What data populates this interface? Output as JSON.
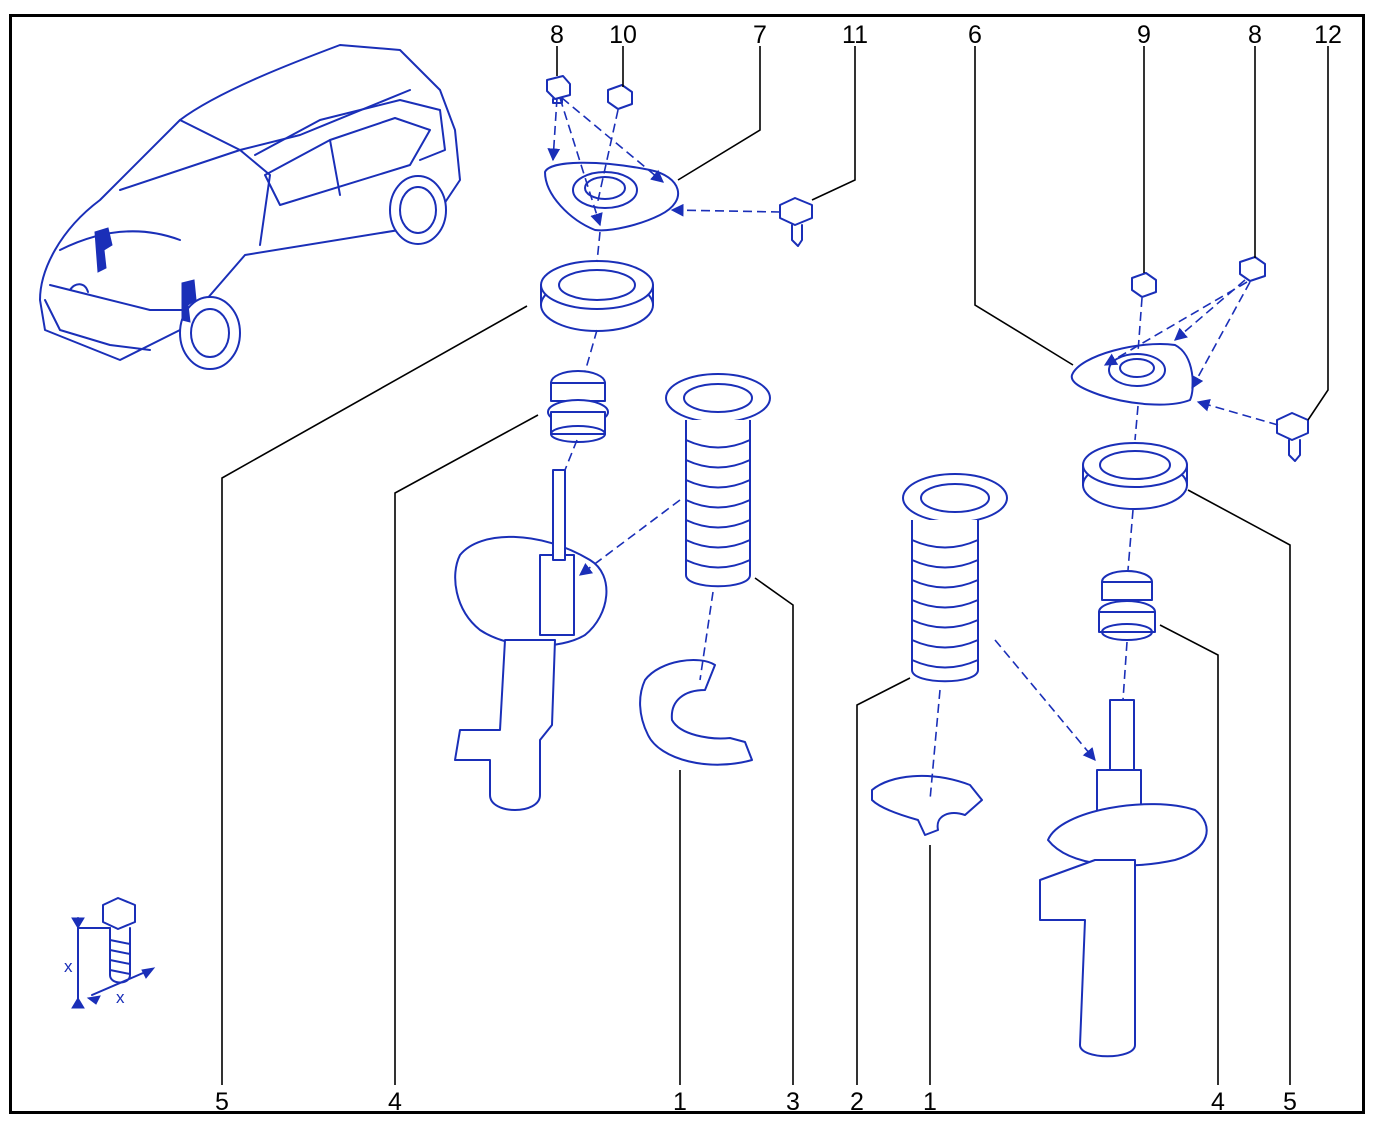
{
  "callouts": {
    "top": [
      "8",
      "10",
      "7",
      "11",
      "6",
      "9",
      "8",
      "12"
    ],
    "bottom": [
      "5",
      "4",
      "1",
      "3",
      "2",
      "1",
      "4",
      "5"
    ]
  },
  "bolt_detail": {
    "dimension_label": "x"
  },
  "colors": {
    "line": "#1a2fb8",
    "frame": "#000000",
    "background": "#ffffff"
  }
}
